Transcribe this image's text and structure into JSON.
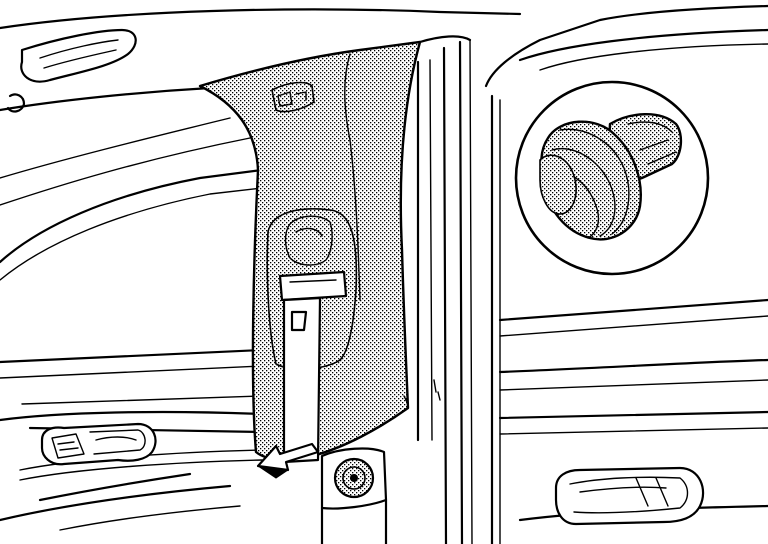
{
  "figure": {
    "colors": {
      "line": "#000000",
      "background": "#ffffff",
      "stipple": "#000000"
    },
    "components": [
      "center-pillar-upper-trim",
      "seat-belt-upper-anchor-cover",
      "seat-belt-webbing",
      "assist-grip",
      "front-door-inner-handle",
      "rear-door-inner-handle",
      "lower-anchor-bolt",
      "trim-clip-detail"
    ],
    "removal_direction_arrow": "down-left",
    "detail_callout": "trim-clip"
  }
}
